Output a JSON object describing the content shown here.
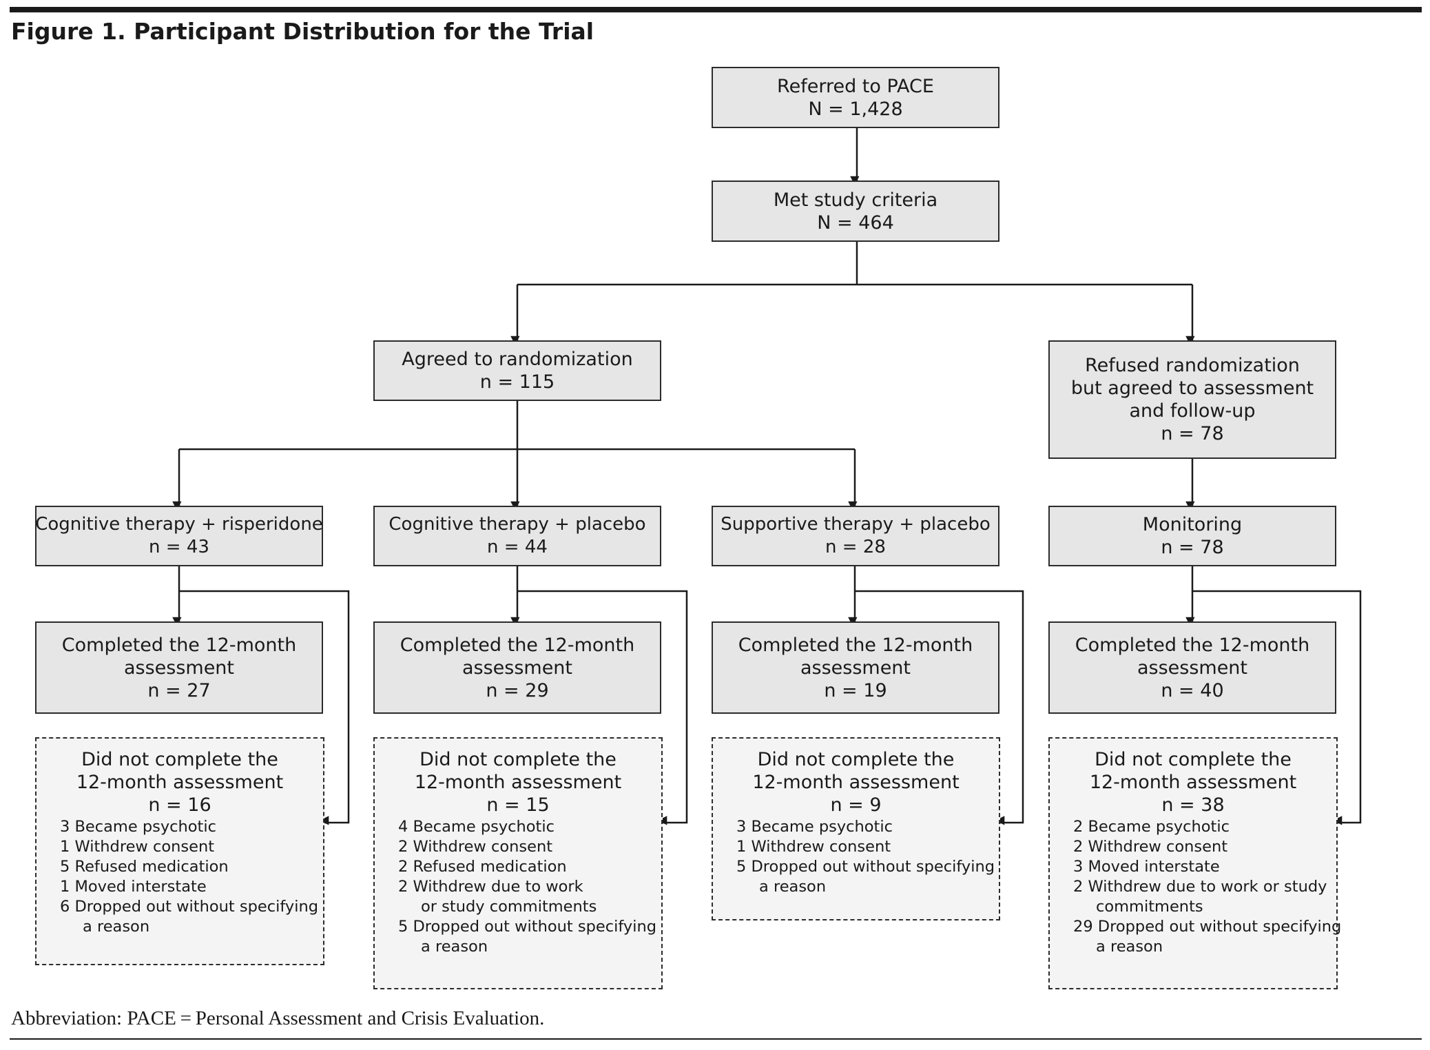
{
  "title": "Figure 1. Participant Distribution for the Trial",
  "footnote": "Abbreviation: PACE = Personal Assessment and Crisis Evaluation.",
  "referred": {
    "label": "Referred to PACE",
    "n": "N = 1,428"
  },
  "met": {
    "label": "Met study criteria",
    "n": "N = 464"
  },
  "agreed": {
    "label": "Agreed to randomization",
    "n": "n = 115"
  },
  "refused": {
    "line1": "Refused randomization",
    "line2": "but agreed to assessment",
    "line3": "and follow-up",
    "n": "n = 78"
  },
  "groups": [
    {
      "name": "Cognitive therapy + risperidone",
      "n": "n = 43",
      "completed": {
        "line1": "Completed the 12-month",
        "line2": "assessment",
        "n": "n = 27"
      },
      "not_completed": {
        "line1": "Did not complete the",
        "line2": "12-month assessment",
        "n": "n = 16",
        "reasons": [
          {
            "text": "3 Became psychotic",
            "cont": ""
          },
          {
            "text": "1 Withdrew consent",
            "cont": ""
          },
          {
            "text": "5 Refused medication",
            "cont": ""
          },
          {
            "text": "1 Moved interstate",
            "cont": ""
          },
          {
            "text": "6 Dropped out without specifying",
            "cont": "a reason"
          }
        ]
      }
    },
    {
      "name": "Cognitive therapy + placebo",
      "n": "n = 44",
      "completed": {
        "line1": "Completed the 12-month",
        "line2": "assessment",
        "n": "n = 29"
      },
      "not_completed": {
        "line1": "Did not complete the",
        "line2": "12-month assessment",
        "n": "n = 15",
        "reasons": [
          {
            "text": "4 Became psychotic",
            "cont": ""
          },
          {
            "text": "2 Withdrew consent",
            "cont": ""
          },
          {
            "text": "2 Refused medication",
            "cont": ""
          },
          {
            "text": "2 Withdrew due to work",
            "cont": "or study commitments"
          },
          {
            "text": "5 Dropped out without specifying",
            "cont": "a reason"
          }
        ]
      }
    },
    {
      "name": "Supportive therapy + placebo",
      "n": "n = 28",
      "completed": {
        "line1": "Completed the 12-month",
        "line2": "assessment",
        "n": "n = 19"
      },
      "not_completed": {
        "line1": "Did not complete the",
        "line2": "12-month assessment",
        "n": "n = 9",
        "reasons": [
          {
            "text": "3 Became psychotic",
            "cont": ""
          },
          {
            "text": "1 Withdrew consent",
            "cont": ""
          },
          {
            "text": "5 Dropped out without specifying",
            "cont": "a reason"
          }
        ]
      }
    },
    {
      "name": "Monitoring",
      "n": "n = 78",
      "completed": {
        "line1": "Completed the 12-month",
        "line2": "assessment",
        "n": "n = 40"
      },
      "not_completed": {
        "line1": "Did not complete the",
        "line2": "12-month assessment",
        "n": "n = 38",
        "reasons": [
          {
            "text": "2 Became psychotic",
            "cont": ""
          },
          {
            "text": "2 Withdrew consent",
            "cont": ""
          },
          {
            "text": "3 Moved interstate",
            "cont": ""
          },
          {
            "text": "2 Withdrew due to work or study",
            "cont": "commitments"
          },
          {
            "text": "29 Dropped out without specifying",
            "cont": "a reason"
          }
        ]
      }
    }
  ]
}
